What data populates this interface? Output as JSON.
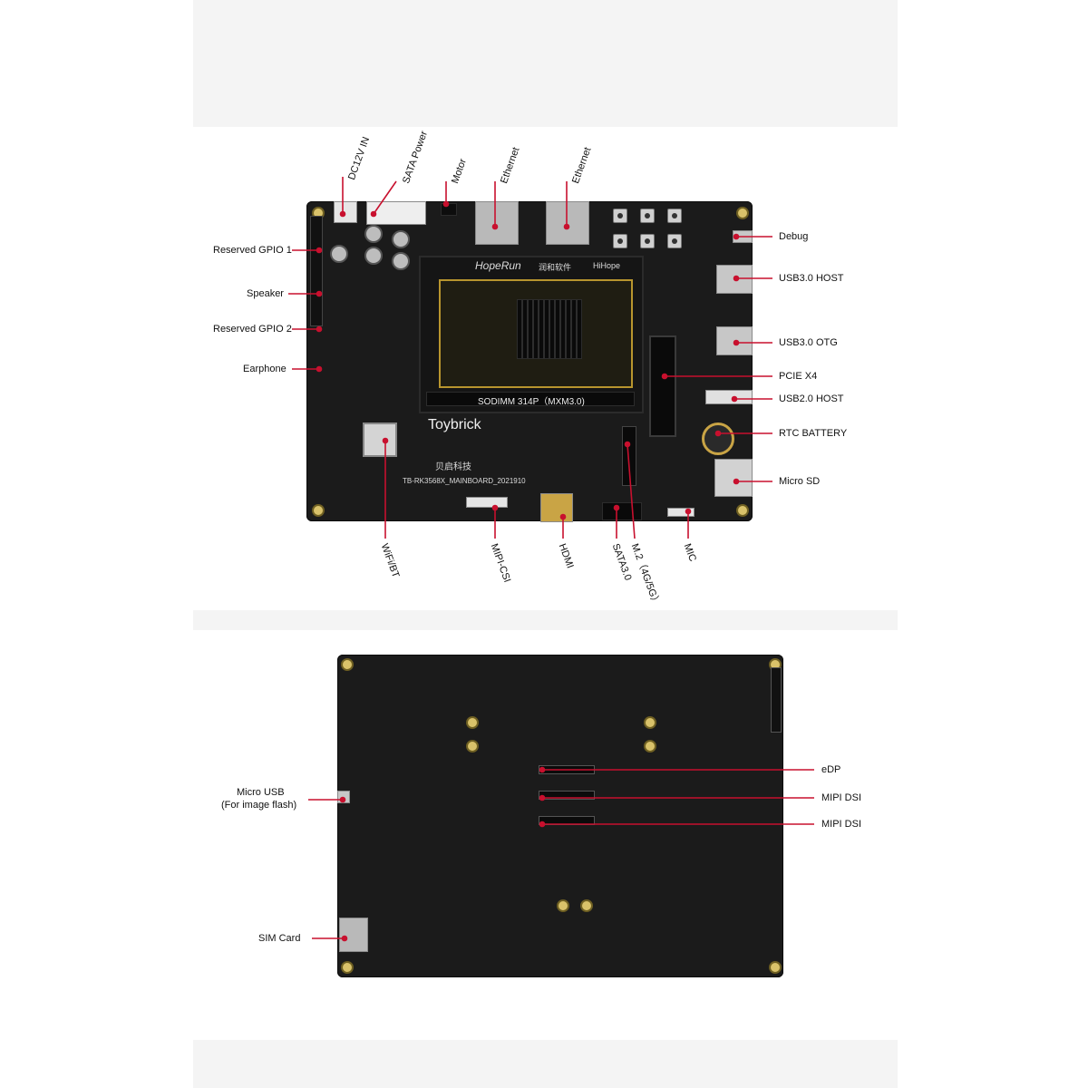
{
  "top_view": {
    "labels": {
      "dc12v": "DC12V IN",
      "sata_power": "SATA Power",
      "motor": "Motor",
      "ethernet1": "Ethernet",
      "ethernet2": "Ethernet",
      "gpio1": "Reserved GPIO 1",
      "speaker": "Speaker",
      "gpio2": "Reserved GPIO 2",
      "earphone": "Earphone",
      "debug": "Debug",
      "usb30_host": "USB3.0 HOST",
      "usb30_otg": "USB3.0 OTG",
      "pcie": "PCIE X4",
      "usb20_host": "USB2.0 HOST",
      "rtc": "RTC BATTERY",
      "microsd": "Micro SD",
      "wifi": "WiFi/BT",
      "mipi_csi": "MIPI-CSI",
      "hdmi": "HDMI",
      "sata30": "SATA3.0",
      "m2": "M.2（4G/5G）",
      "mic": "MIC"
    },
    "silkscreen": {
      "sodimm": "SODIMM 314P（MXM3.0)",
      "brand": "Toybrick",
      "brand_cn": "贝启科技",
      "board_id": "TB-RK3568X_MAINBOARD_2021910",
      "module_logo": "HopeRun",
      "module_cn": "润和软件",
      "hihope": "HiHope"
    }
  },
  "bottom_view": {
    "labels": {
      "micro_usb": "Micro USB",
      "micro_usb_sub": "(For image flash)",
      "sim": "SIM Card",
      "edp": "eDP",
      "mipi_dsi1": "MIPI DSI",
      "mipi_dsi2": "MIPI DSI"
    }
  },
  "colors": {
    "leader": "#c8102e",
    "board": "#1b1b1b",
    "band": "#f4f4f4"
  }
}
